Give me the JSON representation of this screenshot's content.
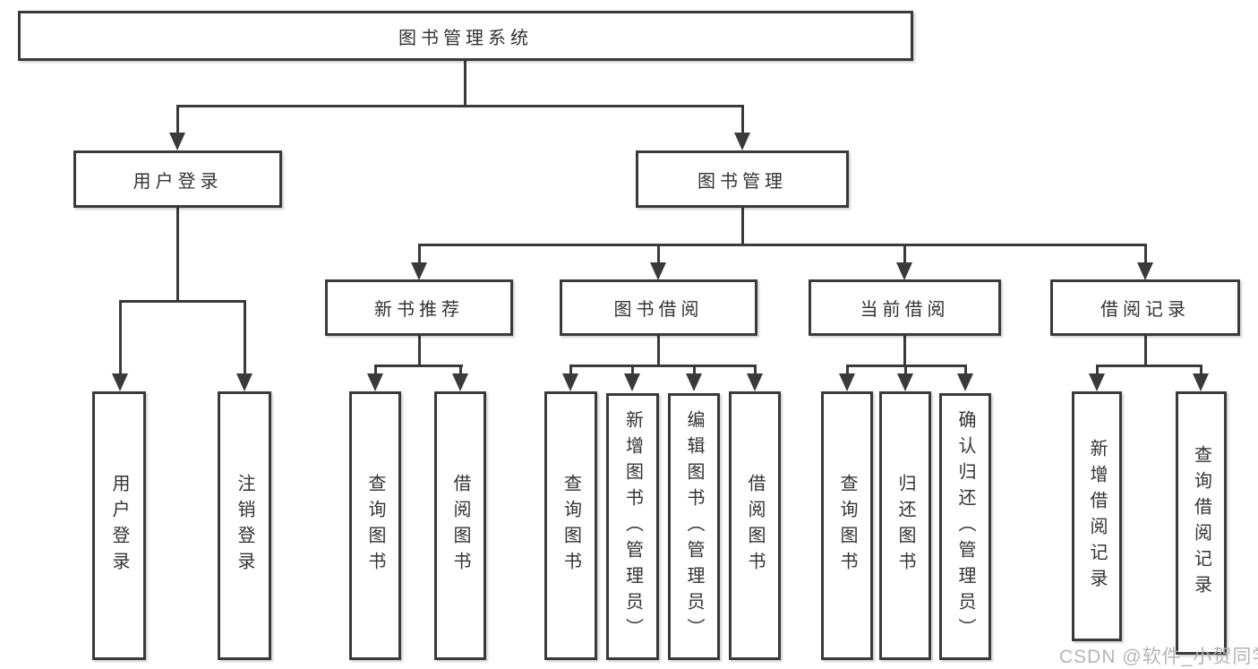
{
  "diagram": {
    "label": "图书管理系统",
    "children": [
      {
        "label": "用户登录",
        "children": [
          {
            "label": "用户登录"
          },
          {
            "label": "注销登录"
          }
        ]
      },
      {
        "label": "图书管理",
        "children": [
          {
            "label": "新书推荐",
            "children": [
              {
                "label": "查询图书"
              },
              {
                "label": "借阅图书"
              }
            ]
          },
          {
            "label": "图书借阅",
            "children": [
              {
                "label": "查询图书"
              },
              {
                "label": "新增图书（管理员）"
              },
              {
                "label": "编辑图书（管理员）"
              },
              {
                "label": "借阅图书"
              }
            ]
          },
          {
            "label": "当前借阅",
            "children": [
              {
                "label": "查询图书"
              },
              {
                "label": "归还图书"
              },
              {
                "label": "确认归还（管理员）"
              }
            ]
          },
          {
            "label": "借阅记录",
            "children": [
              {
                "label": "新增借阅记录"
              },
              {
                "label": "查询借阅记录"
              }
            ]
          }
        ]
      }
    ]
  },
  "watermark": {
    "text": "CSDN @软件_小贺同学"
  },
  "colors": {
    "line": "#3a3a3a",
    "text": "#333333",
    "watermark": "#b5b5b5",
    "background": "#ffffff"
  }
}
